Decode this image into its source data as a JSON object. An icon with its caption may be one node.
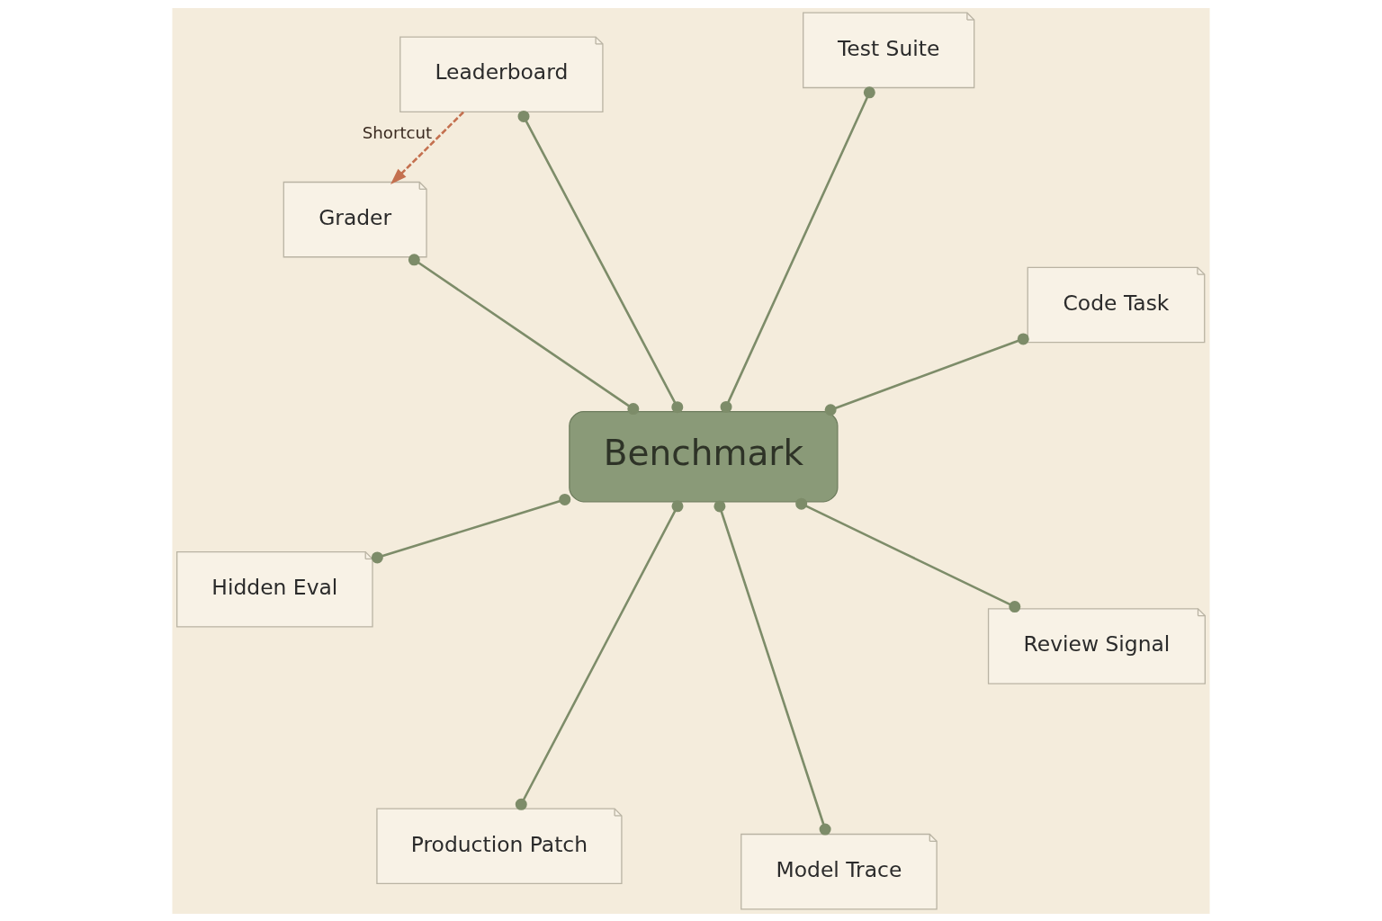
{
  "diagram": {
    "nodes": [
      {
        "text": [
          "Benchmark"
        ]
      },
      {
        "text": [
          "Code Task"
        ]
      },
      {
        "text": [
          "Production Patch"
        ]
      },
      {
        "text": [
          "Leaderboard"
        ]
      },
      {
        "text": [
          "Test Suite"
        ]
      },
      {
        "text": [
          "Grader"
        ]
      },
      {
        "text": [
          "Hidden Eval"
        ]
      },
      {
        "text": [
          "Review Signal"
        ]
      },
      {
        "text": [
          "Model Trace"
        ]
      }
    ],
    "edges": [
      {
        "from": 0,
        "to": 1,
        "arrow": "other"
      },
      {
        "from": 0,
        "to": 2,
        "arrow": "other"
      },
      {
        "from": 0,
        "to": 3,
        "arrow": "other"
      },
      {
        "from": 0,
        "to": 4,
        "arrow": "other"
      },
      {
        "from": 0,
        "to": 5,
        "arrow": "other"
      },
      {
        "from": 0,
        "to": 6,
        "arrow": "other"
      },
      {
        "from": 0,
        "to": 7,
        "arrow": "other"
      },
      {
        "from": 0,
        "to": 8,
        "arrow": "other"
      },
      {
        "from": 3,
        "to": 5,
        "arrow": "to",
        "label": "Shortcut",
        "style": "dashed",
        "color": "#c4704f"
      }
    ]
  }
}
